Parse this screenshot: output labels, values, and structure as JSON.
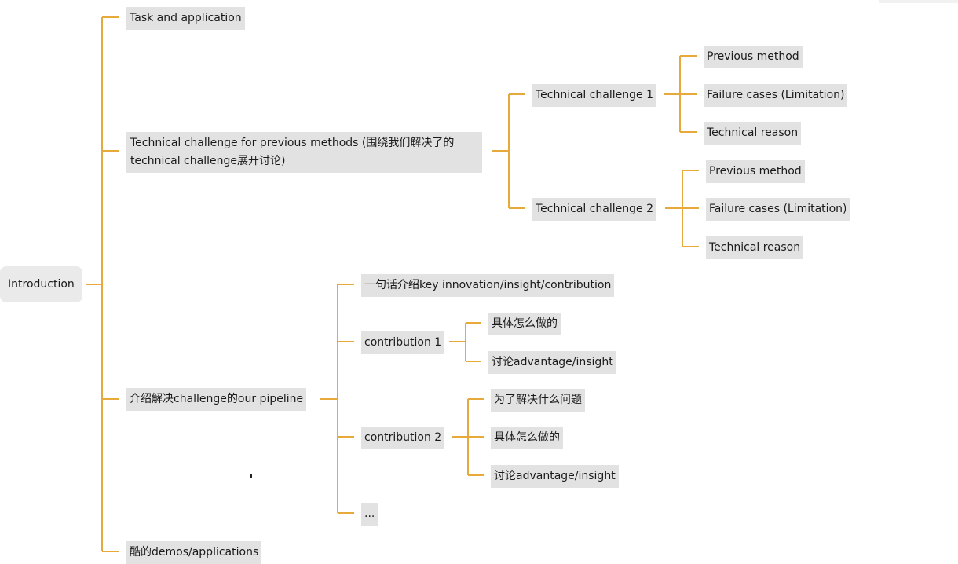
{
  "colors": {
    "connector": "#e7a93a",
    "node_bg": "#e2e2e2",
    "root_bg": "#eaeaea"
  },
  "mindmap": {
    "root": "Introduction",
    "branch_task": "Task and application",
    "branch_challenge": "Technical challenge for previous methods (围绕我们解决了的technical challenge展开讨论)",
    "challenge1": {
      "label": "Technical challenge 1",
      "previous": "Previous method",
      "failure": "Failure cases (Limitation)",
      "reason": "Technical reason"
    },
    "challenge2": {
      "label": "Technical challenge 2",
      "previous": "Previous method",
      "failure": "Failure cases (Limitation)",
      "reason": "Technical reason"
    },
    "branch_pipeline": "介绍解决challenge的our pipeline",
    "pipeline_oneline": "一句话介绍key innovation/insight/contribution",
    "contribution1": {
      "label": "contribution 1",
      "how": "具体怎么做的",
      "discuss": "讨论advantage/insight"
    },
    "contribution2": {
      "label": "contribution 2",
      "why": "为了解决什么问题",
      "how": "具体怎么做的",
      "discuss": "讨论advantage/insight"
    },
    "pipeline_more": "...",
    "branch_demos": "酷的demos/applications"
  }
}
